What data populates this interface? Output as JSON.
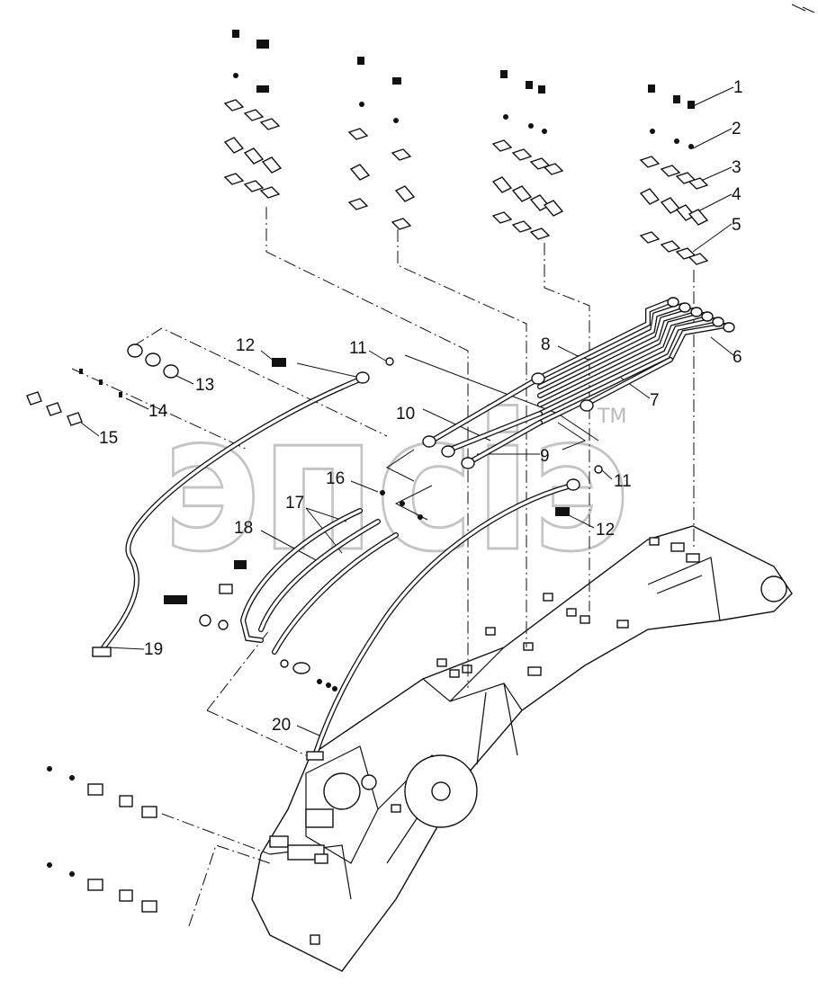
{
  "watermark": {
    "text": "эпсіэ",
    "tm": "TM"
  },
  "callouts": [
    "1",
    "2",
    "3",
    "4",
    "5",
    "6",
    "7",
    "8",
    "9",
    "10",
    "11",
    "12",
    "13",
    "14",
    "15",
    "16",
    "17",
    "18",
    "19",
    "20",
    "11",
    "12"
  ]
}
